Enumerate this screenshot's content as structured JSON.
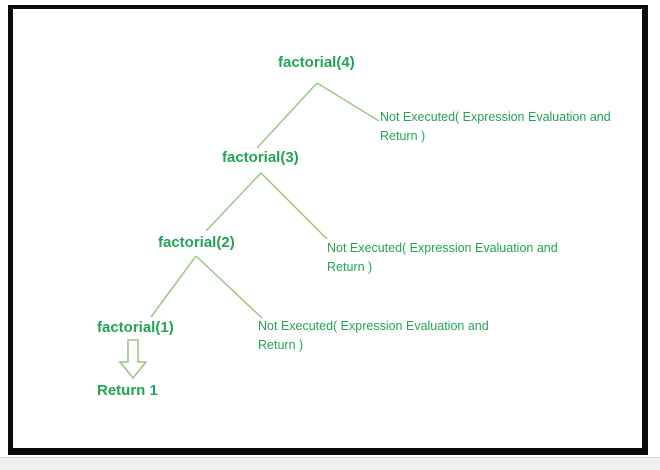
{
  "colors": {
    "green": "#23a455",
    "line": "#9bc783",
    "frame": "#0b0b0b",
    "footer_bg": "#f0f0f0"
  },
  "nodes": [
    {
      "label": "factorial(4)"
    },
    {
      "label": "factorial(3)"
    },
    {
      "label": "factorial(2)"
    },
    {
      "label": "factorial(1)"
    }
  ],
  "annotations": [
    {
      "line1": "Not Executed( Expression Evaluation and",
      "line2": "Return )"
    },
    {
      "line1": "Not Executed( Expression Evaluation and",
      "line2": "Return )"
    },
    {
      "line1": "Not Executed( Expression Evaluation and",
      "line2": "Return )"
    }
  ],
  "return_label": "Return 1"
}
